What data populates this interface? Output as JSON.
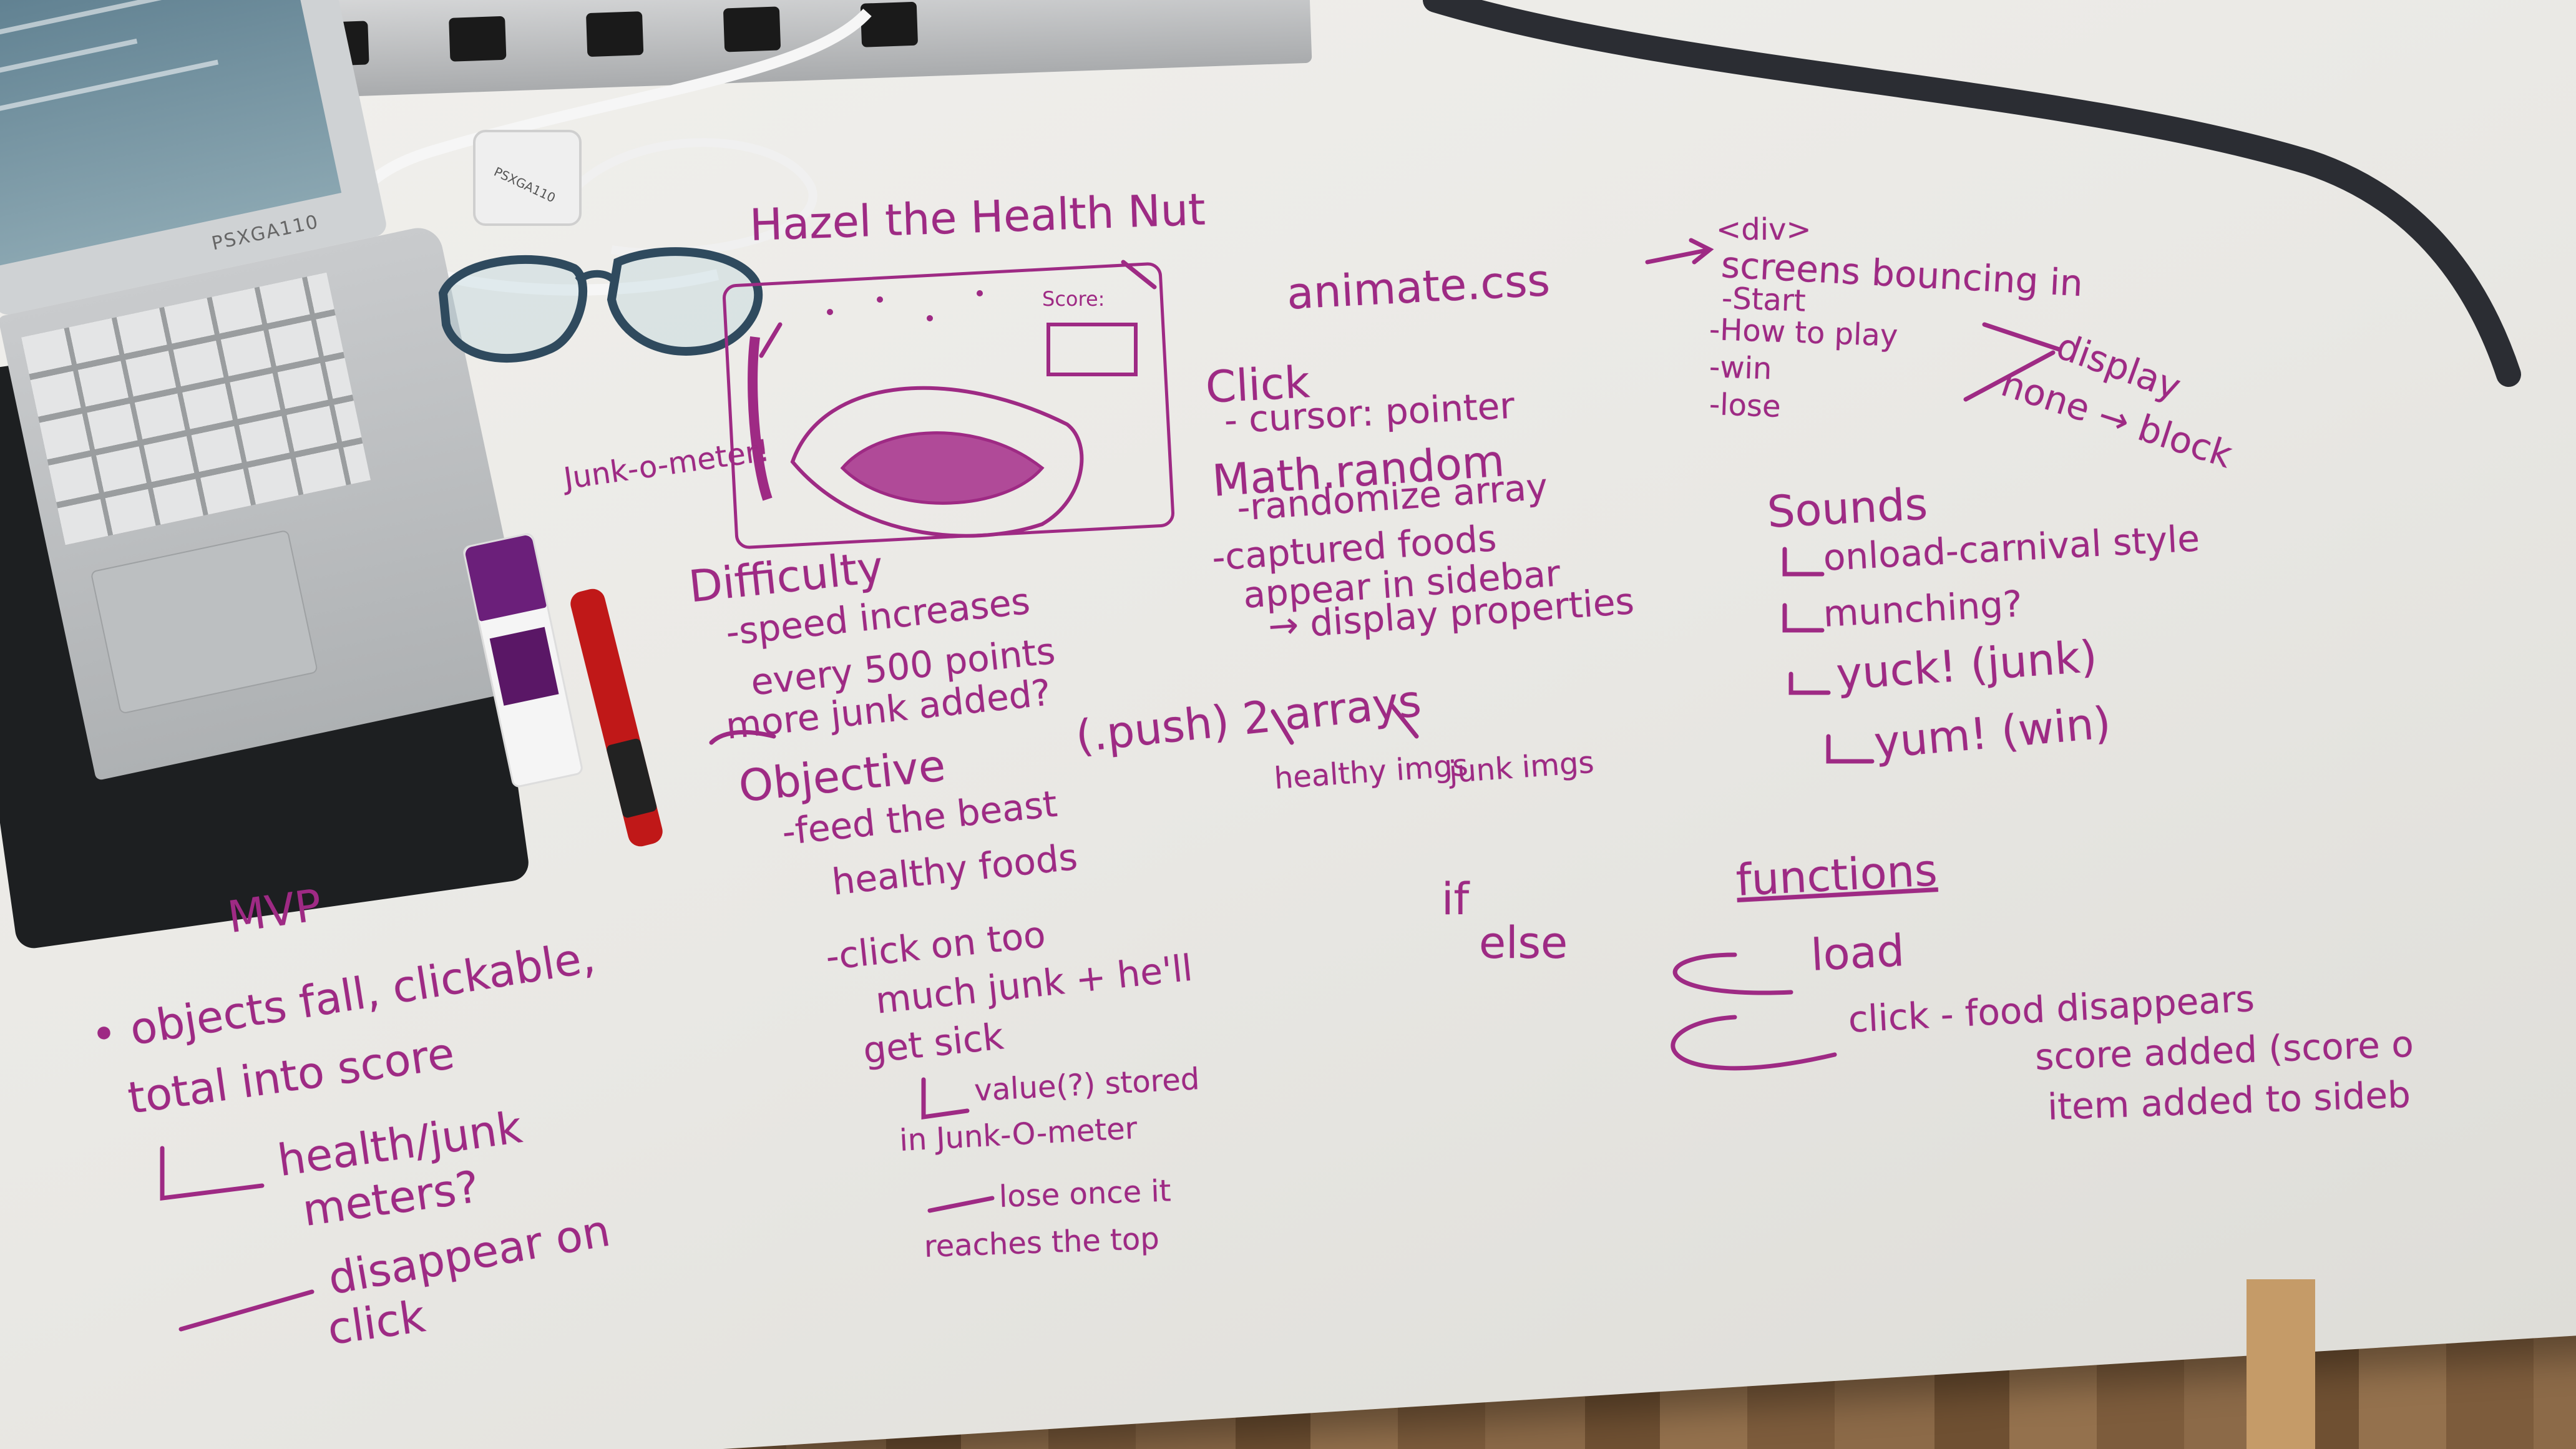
{
  "photo": {
    "ink_color": "#9e2a84",
    "laptop_model": "PSXGA110",
    "adapter_label": "PSXGA110"
  },
  "whiteboard": {
    "title": "Hazel the Health Nut",
    "sketch": {
      "score_label": "Score:",
      "meter_label": "Junk-o-meter!"
    },
    "difficulty": {
      "heading": "Difficulty",
      "items": [
        "-speed increases",
        "every 500 points",
        "more junk added?"
      ]
    },
    "objective": {
      "heading": "Objective",
      "items": [
        "-feed the beast",
        "healthy foods",
        "-click on too",
        "much junk + he'll",
        "get sick",
        "value(?) stored",
        "in Junk-O-meter",
        "lose once it",
        "reaches the top"
      ]
    },
    "animate": {
      "heading": "animate.css",
      "div_label": "<div>",
      "screens": "screens bouncing in",
      "items": [
        "-Start",
        "-How to play",
        "-win",
        "-lose"
      ],
      "display_1": "display",
      "display_2": "none → block"
    },
    "click": {
      "heading": "Click",
      "item": "- cursor: pointer"
    },
    "math": {
      "heading": "Math.random",
      "item": "-randomize array"
    },
    "captured": {
      "line1": "-captured foods",
      "line2": "appear in sidebar",
      "line3": "→ display properties"
    },
    "arrays": {
      "push": "(.push) 2 arrays",
      "healthy": "healthy imgs",
      "junk": "junk imgs"
    },
    "sounds": {
      "heading": "Sounds",
      "items": [
        "onload-carnival style",
        "munching?",
        "yuck! (junk)",
        "yum! (win)"
      ]
    },
    "mvp": {
      "heading": "MVP",
      "items": [
        "• objects fall, clickable,",
        "total into score",
        "health/junk",
        "meters?",
        "disappear on",
        "click"
      ]
    },
    "ifelse": {
      "if": "if",
      "else": "else"
    },
    "functions": {
      "heading": "functions",
      "items": [
        "load",
        "click - food disappears",
        "score added (score o",
        "item added to sideb"
      ]
    }
  }
}
